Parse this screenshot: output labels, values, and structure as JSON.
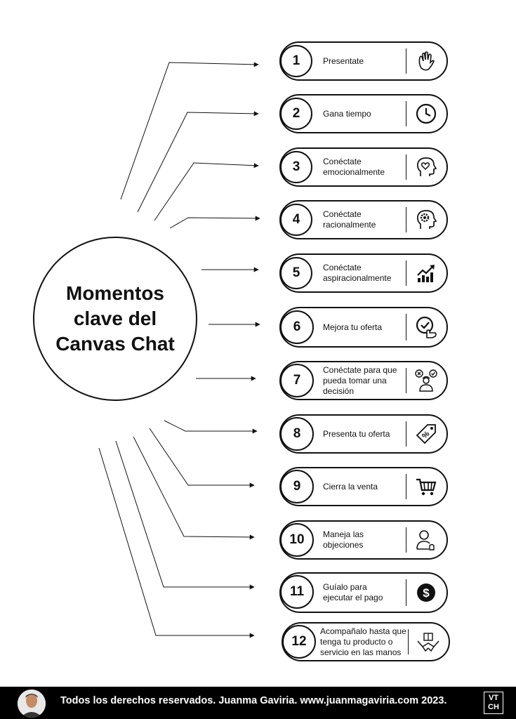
{
  "title_lines": [
    "Momentos",
    "clave del",
    "Canvas Chat"
  ],
  "steps": [
    {
      "number": "1",
      "lines": [
        "Presentate"
      ],
      "icon": "waving-hand-icon"
    },
    {
      "number": "2",
      "lines": [
        "Gana tiempo"
      ],
      "icon": "clock-icon"
    },
    {
      "number": "3",
      "lines": [
        "Conéctate",
        "emocionalmente"
      ],
      "icon": "head-heart-icon"
    },
    {
      "number": "4",
      "lines": [
        "Conéctate",
        "racionalmente"
      ],
      "icon": "head-gear-icon"
    },
    {
      "number": "5",
      "lines": [
        "Conéctate",
        "aspiracionalmente"
      ],
      "icon": "growth-chart-icon"
    },
    {
      "number": "6",
      "lines": [
        "Mejora tu oferta"
      ],
      "icon": "check-hand-icon"
    },
    {
      "number": "7",
      "lines": [
        "Conéctate para que",
        "pueda tomar una",
        "decisión"
      ],
      "icon": "decision-person-icon"
    },
    {
      "number": "8",
      "lines": [
        "Presenta tu oferta"
      ],
      "icon": "price-tag-icon"
    },
    {
      "number": "9",
      "lines": [
        "Cierra la venta"
      ],
      "icon": "shopping-cart-icon"
    },
    {
      "number": "10",
      "lines": [
        "Maneja las",
        "objeciones"
      ],
      "icon": "user-hand-icon"
    },
    {
      "number": "11",
      "lines": [
        "Guíalo para",
        "ejecutar el pago"
      ],
      "icon": "dollar-coin-icon"
    },
    {
      "number": "12",
      "lines": [
        "Acompañalo hasta que",
        "tenga tu producto o",
        "servicio en las manos"
      ],
      "icon": "hands-gift-icon"
    }
  ],
  "footer": {
    "text": "Todos los derechos reservados. Juanma Gaviria. www.juanmagaviria.com 2023.",
    "logo_lines": [
      "VT",
      "CH"
    ]
  }
}
